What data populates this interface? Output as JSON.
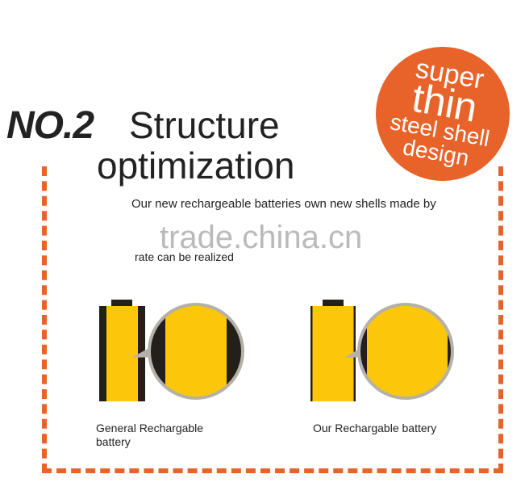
{
  "heading": {
    "prefix": "NO.2",
    "line1": "Structure",
    "line2": "optimization"
  },
  "badge": {
    "l1": "super",
    "l2": "thin",
    "l3": "steel shell",
    "l4": "design",
    "color": "#e8632a"
  },
  "description": {
    "line1": "Our new rechargeable batteries own new shells made by",
    "line2": "rate can be realized"
  },
  "watermark": "trade.china.cn",
  "batteries": [
    {
      "label": "General Rechargable battery",
      "wall": "thick"
    },
    {
      "label": "Our Rechargable battery",
      "wall": "thin"
    }
  ],
  "colors": {
    "battery": "#fcc70a",
    "shell": "#231f1a",
    "frame": "#e8632a"
  }
}
